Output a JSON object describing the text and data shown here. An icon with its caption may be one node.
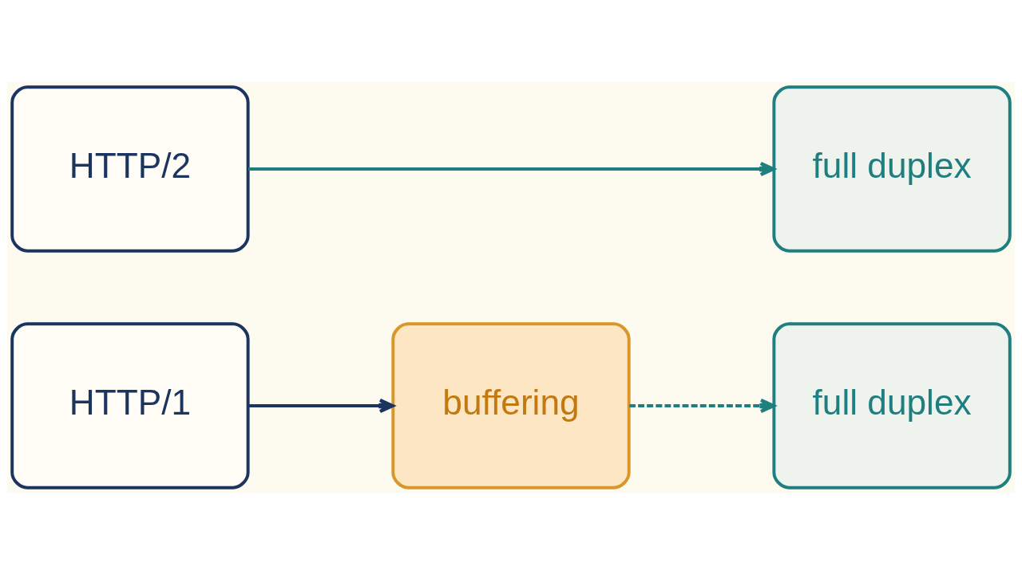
{
  "diagram": {
    "nodes": [
      {
        "text": [
          "HTTP/1"
        ]
      },
      {
        "text": [
          "buffering"
        ]
      },
      {
        "text": [
          "full duplex"
        ]
      },
      {
        "text": [
          "HTTP/2"
        ]
      },
      {
        "text": [
          "full duplex"
        ]
      }
    ],
    "edges": [
      {
        "from": 0,
        "to": 1,
        "arrow": "to",
        "color": "#1c3560"
      },
      {
        "from": 1,
        "to": 2,
        "arrow": "to",
        "style": "dashed"
      },
      {
        "from": 3,
        "to": 4,
        "arrow": "to"
      }
    ]
  }
}
